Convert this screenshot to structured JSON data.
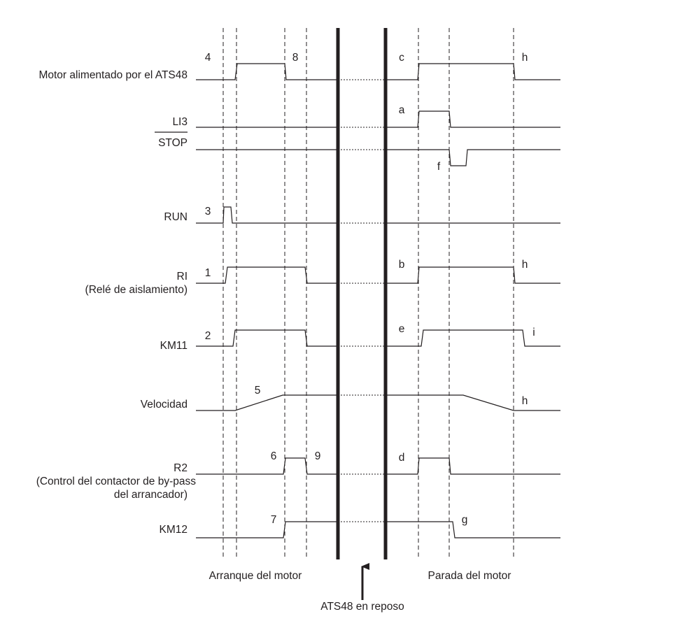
{
  "signals": [
    {
      "id": "motor",
      "label": "Motor alimentado por el ATS48"
    },
    {
      "id": "li3",
      "label": "LI3"
    },
    {
      "id": "stop",
      "label": "STOP"
    },
    {
      "id": "run",
      "label": "RUN"
    },
    {
      "id": "ri",
      "label": "RI"
    },
    {
      "id": "ri_sub",
      "label": "(Relé de aislamiento)"
    },
    {
      "id": "km11",
      "label": "KM11"
    },
    {
      "id": "velocidad",
      "label": "Velocidad"
    },
    {
      "id": "r2",
      "label": "R2"
    },
    {
      "id": "r2_sub1",
      "label": "(Control del contactor de by-pass"
    },
    {
      "id": "r2_sub2",
      "label": "del arrancador)"
    },
    {
      "id": "km12",
      "label": "KM12"
    }
  ],
  "markers": {
    "m4": "4",
    "m8": "8",
    "mc": "c",
    "mh1": "h",
    "ma": "a",
    "mf": "f",
    "m3": "3",
    "m1": "1",
    "mb": "b",
    "mh2": "h",
    "m2": "2",
    "me": "e",
    "mi": "i",
    "m5": "5",
    "mh3": "h",
    "m6": "6",
    "m9": "9",
    "md": "d",
    "m7": "7",
    "mg": "g"
  },
  "phases": {
    "start": "Arranque del motor",
    "stop": "Parada del motor",
    "idle": "ATS48 en reposo"
  }
}
